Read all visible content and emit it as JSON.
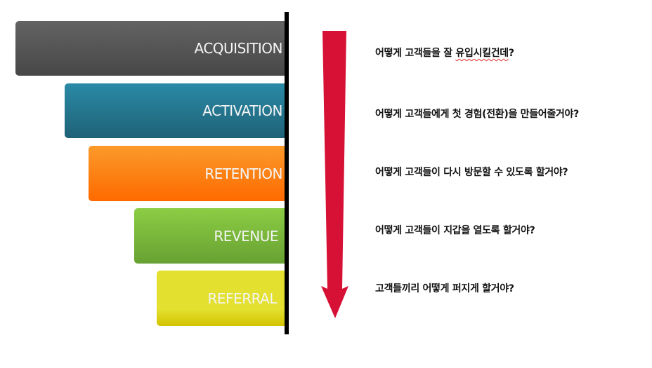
{
  "funnel": {
    "stages": [
      {
        "label": "ACQUISITION",
        "question": "어떻게 고객들을 잘 유입시킬건데?",
        "color_top": "#636363",
        "color_bottom": "#474747"
      },
      {
        "label": "ACTIVATION",
        "question": "어떻게 고객들에게 첫 경험(전환)을 만들어줄거야?",
        "color_top": "#2a8aa6",
        "color_bottom": "#1f6277"
      },
      {
        "label": "RETENTION",
        "question": "어떻게 고객들이 다시 방문할 수 있도록 할거야?",
        "color_top": "#fb9a2a",
        "color_bottom": "#fe6a00"
      },
      {
        "label": "REVENUE",
        "question": "어떻게 고객들이 지갑을 열도록 할거야?",
        "color_top": "#8ccd44",
        "color_bottom": "#67a132"
      },
      {
        "label": "REFERRAL",
        "question": "고객들끼리 어떻게 퍼지게 할거야?",
        "color_top": "#e3e02f",
        "color_bottom": "#d3c300"
      }
    ]
  },
  "q1_parts": {
    "pre": "어떻게 고객들을 잘 ",
    "underlined": "유입시킬건데",
    "post": "?"
  },
  "arrow": {
    "color": "#d61135",
    "direction": "down"
  },
  "axis": {
    "color": "#000000"
  }
}
